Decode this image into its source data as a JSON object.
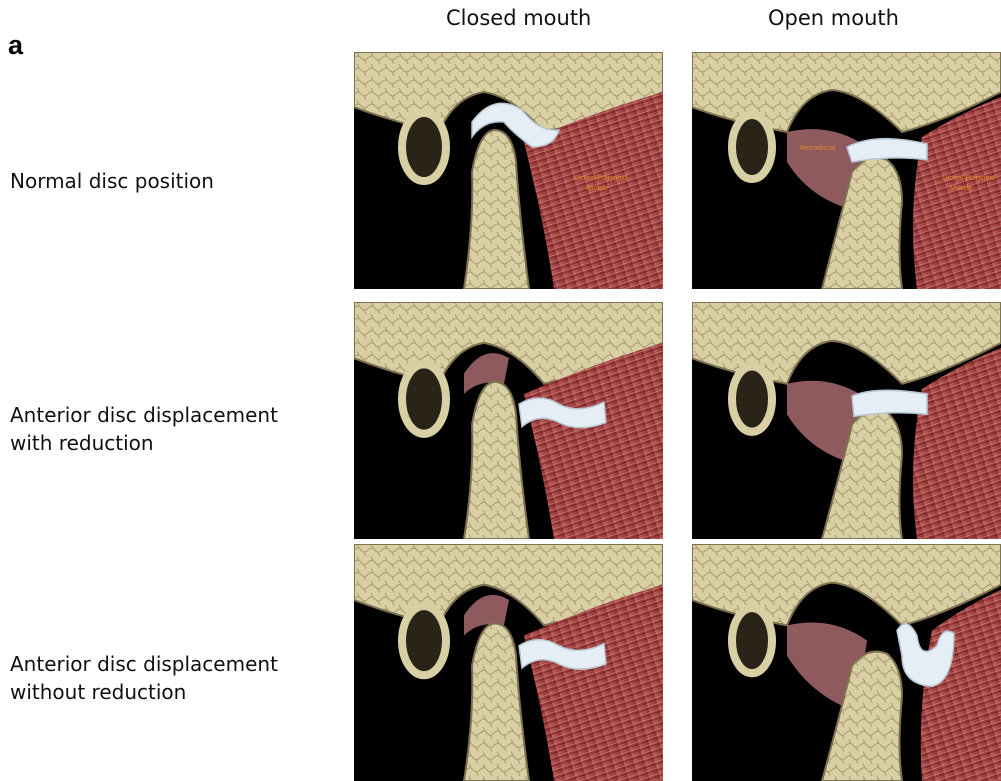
{
  "panel_label": "a",
  "columns": [
    "Closed mouth",
    "Open mouth"
  ],
  "rows": [
    {
      "label_lines": [
        "Normal disc position"
      ]
    },
    {
      "label_lines": [
        "Anterior disc displacement",
        "with reduction"
      ]
    },
    {
      "label_lines": [
        "Anterior disc displacement",
        "without reduction"
      ]
    }
  ],
  "illustration_text": {
    "normal_closed_muscle": [
      "Lateral Pterygoid",
      "Muscle"
    ],
    "normal_open_retrodiscal": "Retrodiscal",
    "normal_open_muscle": [
      "Lateral Pterygoid",
      "Muscle"
    ]
  },
  "colors": {
    "bone": "#d9cfa4",
    "bone_dark": "#a89c6e",
    "muscle": "#9c3a3a",
    "disc": "#e6eef5",
    "retrodiscal": "#8e5a5e",
    "label_orange": "#e0892a"
  }
}
